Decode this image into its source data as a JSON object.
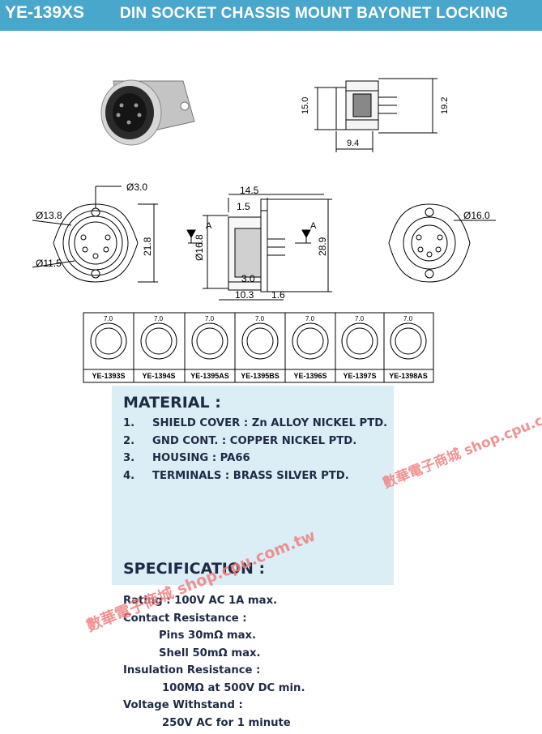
{
  "header": {
    "model": "YE-139XS",
    "title": "DIN SOCKET CHASSIS MOUNT BAYONET LOCKING",
    "bg_color": "#4aa7cc"
  },
  "side_view_dims": {
    "height": "15.0",
    "total_height": "19.2",
    "depth": "9.4"
  },
  "front_view_dims": {
    "hole": "3.0",
    "outer_dia": "13.8",
    "inner_dia": "11.5",
    "height": "21.8"
  },
  "section_view_dims": {
    "width": "14.5",
    "flange": "1.5",
    "dia": "16.8",
    "height": "28.9",
    "step": "3.0",
    "body": "10.3",
    "tail": "1.6",
    "section_mark": "A"
  },
  "rear_view_dims": {
    "dia": "16.0"
  },
  "pin_layouts": {
    "dim": "7.0",
    "models": [
      "YE-1393S",
      "YE-1394S",
      "YE-1395AS",
      "YE-1395BS",
      "YE-1396S",
      "YE-1397S",
      "YE-1398AS"
    ]
  },
  "material": {
    "heading": "MATERIAL :",
    "items": [
      {
        "num": "1.",
        "text": "SHIELD COVER : Zn ALLOY NICKEL PTD."
      },
      {
        "num": "2.",
        "text": "GND CONT. : COPPER NICKEL PTD."
      },
      {
        "num": "3.",
        "text": "HOUSING : PA66"
      },
      {
        "num": "4.",
        "text": "TERMINALS : BRASS SILVER PTD."
      }
    ]
  },
  "specification": {
    "heading": "SPECIFICATION :",
    "rating": "Rating :  100V AC 1A max.",
    "contact_label": "Contact  Resistance :",
    "pins": "Pins  30mΩ max.",
    "shell": "Shell 50mΩ max.",
    "insulation_label": "Insulation Resistance :",
    "insulation_value": "100MΩ at 500V DC min.",
    "voltage_label": "Voltage Withstand :",
    "voltage_value": "250V AC for 1 minute"
  },
  "watermark": {
    "text1": "數華電子商城 shop.cpu.com.tw",
    "text2": "數華電子商城 shop.cpu.com.tw",
    "color": "#f08080"
  }
}
